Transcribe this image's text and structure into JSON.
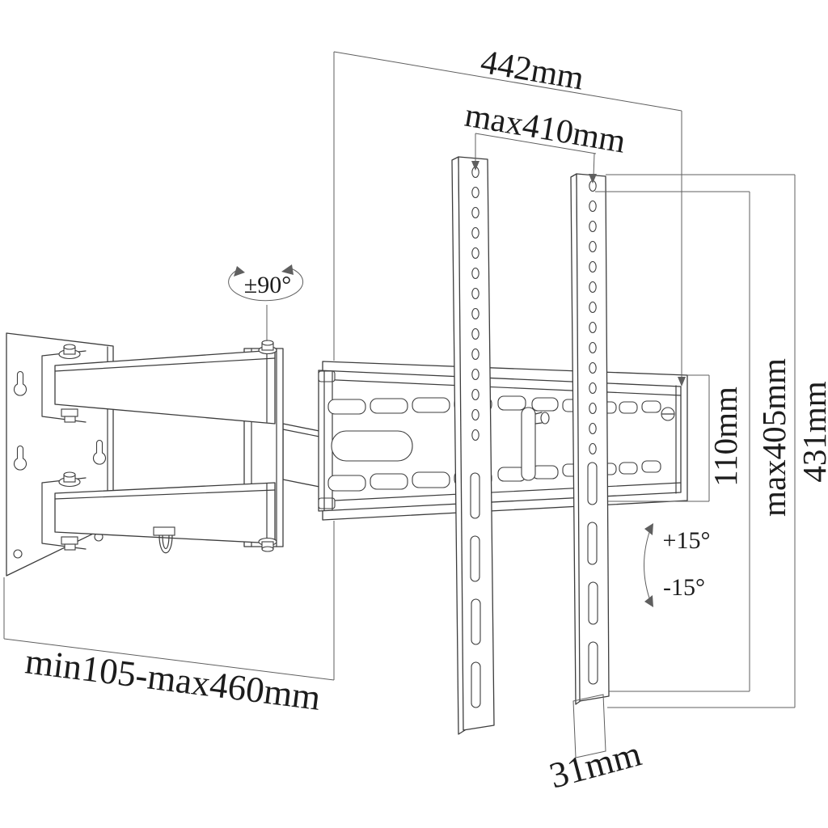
{
  "diagram": {
    "type": "technical-line-drawing",
    "subject": "articulating TV wall mount with dimensions",
    "colors": {
      "background": "#ffffff",
      "part_line": "#3d3d3d",
      "dimension_line": "#5f5f5f",
      "text": "#1c1c1c"
    },
    "labels": {
      "bracket_width": "442mm",
      "vesa_max_width": "max410mm",
      "arm_extension": "min105-max460mm",
      "bracket_height": "110mm",
      "vesa_max_height": "max405mm",
      "rail_length": "431mm",
      "rail_width": "31mm",
      "swivel_range": "±90°",
      "tilt_up": "+15°",
      "tilt_down": "-15°"
    }
  }
}
